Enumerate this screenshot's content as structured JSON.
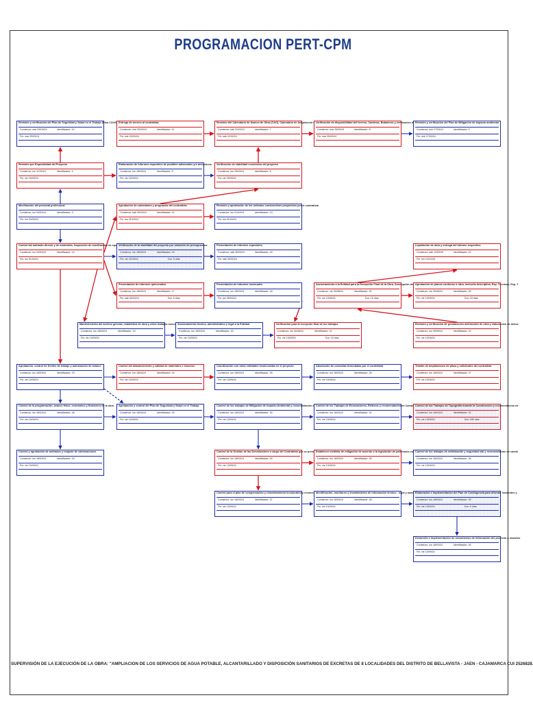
{
  "title": "PROGRAMACION PERT-CPM",
  "footer": "SUPERVISIÓN DE LA EJECUCIÓN DE LA OBRA: \"AMPLIACION DE LOS SERVICIOS DE AGUA POTABLE, ALCANTARILLADO Y DISPOSICIÓN SANITARIOS DE EXCRETAS DE 8 LOCALIDADES DEL DISTRITO DE BELLAVISTA - JAEN - CAJAMARCA CUI 2526828.",
  "colors": {
    "red": "#d4141d",
    "blue": "#1b2aa8",
    "title": "#1f3d8a"
  },
  "nodes": [
    {
      "id": "n10",
      "name": "Revisión y verificación del Plan de Seguridad y Salud en el Trabajo (Plan COVID-19)",
      "start": "Comienzo: mar 29/03/24",
      "ident": "Identificador: 10",
      "finish": "Fin: mar 29/03/24",
      "dur": "",
      "color": "blue"
    },
    {
      "id": "n11",
      "name": "Entrega de terreno al contratista",
      "start": "Comienzo: mié 20/03/24",
      "ident": "Identificador: 11",
      "finish": "Fin: mié 20/03/24",
      "dur": "",
      "color": "red"
    },
    {
      "id": "n7",
      "name": "Revisión del Calendario de Avance de Obra (CAO), Calendario de Adquisición de M",
      "start": "Comienzo: sáb 22/03/24",
      "ident": "Identificador: 7",
      "finish": "Fin: sáb 22/03/24",
      "dur": "",
      "color": "red"
    },
    {
      "id": "n8",
      "name": "Verificación de disponibilidad del terreno, Canteras, Botaderos y verificación de a",
      "start": "Comienzo: mar 25/03/24",
      "ident": "Identificador: 8",
      "finish": "Fin: mar 25/03/24",
      "dur": "",
      "color": "red"
    },
    {
      "id": "n9",
      "name": "Revisión y verificación del Plan de Mitigación de impacto ambiental",
      "start": "Comienzo: mié 27/03/24",
      "ident": "Identificador: 9",
      "finish": "Fin: mié 27/03/24",
      "dur": "",
      "color": "blue"
    },
    {
      "id": "n4",
      "name": "Revisión por Especialidad del Proyecto",
      "start": "Comienzo: lun 11/03/24",
      "ident": "Identificador: 4",
      "finish": "Fin: vie 15/03/24",
      "dur": "",
      "color": "red"
    },
    {
      "id": "n5",
      "name": "Elaboración de Informes especiales de posibles adicionales y/o deductivos",
      "start": "Comienzo: lun 18/03/24",
      "ident": "Identificador: 5",
      "finish": "Fin: vie 22/03/24",
      "dur": "",
      "color": "blue"
    },
    {
      "id": "n6",
      "name": "Verificación de viabilidad económica del proyecto",
      "start": "Comienzo: lun 25/03/24",
      "ident": "Identificador: 6",
      "finish": "Fin: vie 29/03/24",
      "dur": "",
      "color": "red"
    },
    {
      "id": "n3",
      "name": "Movilización del personal profesional",
      "start": "Comienzo: lun 04/03/24",
      "ident": "Identificador: 3",
      "finish": "Fin: lun 04/03/24",
      "dur": "",
      "color": "blue"
    },
    {
      "id": "n12",
      "name": "Aprobación de calendarios y programas del contratista",
      "start": "Comienzo: sáb 30/03/24",
      "ident": "Identificador: 12",
      "finish": "Fin: lun 01/04/24",
      "dur": "",
      "color": "red"
    },
    {
      "id": "n13",
      "name": "Revisión y aprobación de los métodos constructivos propuestos por el contratista",
      "start": "Comienzo: lun 01/04/24",
      "ident": "Identificador: 13",
      "finish": "Fin: lun 01/04/24",
      "dur": "",
      "color": "blue"
    },
    {
      "id": "n14",
      "name": "Control del adelanto directo y de materiales, Inspección de movilización de equipo",
      "start": "Comienzo: lun 04/03/24",
      "ident": "Identificador: 14",
      "finish": "Fin: lun 01/04/24",
      "dur": "",
      "color": "red"
    },
    {
      "id": "n15",
      "name": "Verificación de la viabilidad del proyecto por variación de presupuestos",
      "start": "Comienzo: lun 18/03/24",
      "ident": "Identificador: 15",
      "finish": "Fin: vie 22/03/24",
      "dur": "Dur: 5 días",
      "color": "blue",
      "critical": true
    },
    {
      "id": "n16",
      "name": "Presentación de informes especiales",
      "start": "Comienzo: sáb 30/03/24",
      "ident": "Identificador: 16",
      "finish": "Fin: sáb 30/03/24",
      "dur": "",
      "color": "blue"
    },
    {
      "id": "n41",
      "name": "Liquidación de obra y entrega del informe respectivo",
      "start": "Comienzo: sáb 13/09/25",
      "ident": "Identificador: 41",
      "finish": "Fin: lun 13/10/25",
      "dur": "",
      "color": "red"
    },
    {
      "id": "n17",
      "name": "Presentación de informes quincenales",
      "start": "Comienzo: lun 18/03/24",
      "ident": "Identificador: 17",
      "finish": "Fin: sáb 30/03/24",
      "dur": "Dur: 5 días",
      "color": "red"
    },
    {
      "id": "n18",
      "name": "Presentación de informes mensuales",
      "start": "Comienzo: lun 18/03/24",
      "ident": "Identificador: 18",
      "finish": "Fin: jue 28/03/24",
      "dur": "",
      "color": "blue"
    },
    {
      "id": "n42",
      "name": "Asesoramiento a la Entidad para la Recepción Final de la Obra, Suscripción del Act",
      "start": "Comienzo: vie 30/08/24",
      "ident": "Identificador: 42",
      "finish": "Fin: vie 13/09/24",
      "dur": "Dur: 15 días",
      "color": "red"
    },
    {
      "id": "n43",
      "name": "Aprobación de planos conforme a obra, memoria descriptiva, Esp. Técnicas, Esp. T",
      "start": "Comienzo: vie 30/08/24",
      "ident": "Identificador: 43",
      "finish": "Fin: vie 13/09/24",
      "dur": "Dur: 15 días",
      "color": "red"
    },
    {
      "id": "n19",
      "name": "Mantenimiento del archivo general, estadística de obra y otros trabajos menores",
      "start": "Comienzo: lun 18/03/24",
      "ident": "Identificador: 19",
      "finish": "Fin: vie 13/09/24",
      "dur": "",
      "color": "blue"
    },
    {
      "id": "n20",
      "name": "Asesoramiento técnico, administrativo y legal a la Entidad",
      "start": "Comienzo: lun 18/03/24",
      "ident": "Identificador: 20",
      "finish": "Fin: vie 13/09/24",
      "dur": "",
      "color": "blue"
    },
    {
      "id": "n21",
      "name": "Verificación para la recepción final de los trabajos",
      "start": "Comienzo: vie 30/08/24",
      "ident": "Identificador: 21",
      "finish": "Fin: vie 13/09/24",
      "dur": "Dur: 15 días",
      "color": "red"
    },
    {
      "id": "n22",
      "name": "Revisión y verificación de prestaciones adicionales de obra y elaboración de deduc",
      "start": "Comienzo: lun 09/09/24",
      "ident": "Identificador: 22",
      "finish": "Fin: vie 13/09/24",
      "dur": "",
      "color": "red"
    },
    {
      "id": "n23",
      "name": "Aprobación, control de frentes de trabajo y autorización de avance",
      "start": "Comienzo: lun 18/03/24",
      "ident": "Identificador: 23",
      "finish": "Fin: vie 13/09/24",
      "dur": "",
      "color": "blue"
    },
    {
      "id": "n24",
      "name": "Control del abastecimiento y calidad de materiales e insumos",
      "start": "Comienzo: lun 18/03/24",
      "ident": "Identificador: 24",
      "finish": "Fin: vie 13/09/24",
      "dur": "",
      "color": "red"
    },
    {
      "id": "n25",
      "name": "Coordinación con otras entidades involucradas en el proyecto",
      "start": "Comienzo: lun 18/03/24",
      "ident": "Identificador: 25",
      "finish": "Fin: vie 13/09/24",
      "dur": "",
      "color": "blue"
    },
    {
      "id": "n26",
      "name": "Absolución de consultas formuladas por el contratista",
      "start": "Comienzo: lun 18/03/24",
      "ident": "Identificador: 26",
      "finish": "Fin: vie 13/09/24",
      "dur": "",
      "color": "blue"
    },
    {
      "id": "n27",
      "name": "Trámite de ampliaciones de plazo y solicitudes del contratista",
      "start": "Comienzo: lun 18/03/24",
      "ident": "Identificador: 27",
      "finish": "Fin: vie 13/09/24",
      "dur": "",
      "color": "red"
    },
    {
      "id": "n28",
      "name": "Control de la programación, avance físico, económico y financiero de la obra",
      "start": "Comienzo: lun 18/03/24",
      "ident": "Identificador: 28",
      "finish": "Fin: vie 13/09/24",
      "dur": "",
      "color": "blue"
    },
    {
      "id": "n29",
      "name": "Aprobación y control del Plan de Seguridad y Salud en el Trabajo",
      "start": "Comienzo: lun 18/03/24",
      "ident": "Identificador: 29",
      "finish": "Fin: vie 13/09/24",
      "dur": "",
      "color": "blue"
    },
    {
      "id": "n30",
      "name": "Control de los trabajos de Mitigación de Impacto Ambiental y recomendación de c",
      "start": "Comienzo: lun 18/03/24",
      "ident": "Identificador: 30",
      "finish": "Fin: vie 13/09/24",
      "dur": "",
      "color": "blue"
    },
    {
      "id": "n31",
      "name": "Control de los Trabajos de Excavaciones, Rellenos y recomendación de Cambios el",
      "start": "Comienzo: lun 18/03/24",
      "ident": "Identificador: 31",
      "finish": "Fin: vie 13/09/24",
      "dur": "",
      "color": "blue"
    },
    {
      "id": "n32",
      "name": "Control de los Trabajos de Topografía durante la Construcción y recomendación de",
      "start": "Comienzo: lun 18/03/24",
      "ident": "Identificador: 32",
      "finish": "Fin: vie 13/09/24",
      "dur": "Dur: 180 días",
      "color": "red",
      "critical": true
    },
    {
      "id": "n33",
      "name": "Control y aprobación de metrados y reajuste de valorizaciones",
      "start": "Comienzo: lun 18/03/24",
      "ident": "Identificador: 33",
      "finish": "Fin: vie 13/09/24",
      "dur": "",
      "color": "blue"
    },
    {
      "id": "n34",
      "name": "Control de la Gestión de las Servidumbres a cargo del Contratista que se presenten en",
      "start": "Comienzo: lun 18/03/24",
      "ident": "Identificador: 34",
      "finish": "Fin: vie 13/09/24",
      "dur": "",
      "color": "red"
    },
    {
      "id": "n35",
      "name": "Establecer medidas de mitigación de acuerdo a la legislación de patrimonio cultur",
      "start": "Comienzo: lun 18/03/24",
      "ident": "Identificador: 35",
      "finish": "Fin: vie 13/09/24",
      "dur": "",
      "color": "red"
    },
    {
      "id": "n36",
      "name": "Control de los trabajos de señalización y seguridad vial y recomendación de cambi",
      "start": "Comienzo: lun 18/03/24",
      "ident": "Identificador: 36",
      "finish": "Fin: vie 13/09/24",
      "dur": "",
      "color": "blue"
    },
    {
      "id": "n37",
      "name": "Control para el plan de compensación y reasentamiento involuntario y recomenda",
      "start": "Comienzo: lun 18/03/24",
      "ident": "Identificador: 37",
      "finish": "Fin: vie 13/09/24",
      "dur": "",
      "color": "blue"
    },
    {
      "id": "n38",
      "name": "Identificación, monitoreo y levantamiento de información técnico - legal y actividades",
      "start": "Comienzo: lun 18/03/24",
      "ident": "Identificador: 38",
      "finish": "Fin: vie 13/09/24",
      "dur": "",
      "color": "blue"
    },
    {
      "id": "n39",
      "name": "Elaboración e implementación del Plan de Contingencia para afrontar incidentes y",
      "start": "Comienzo: lun 18/03/24",
      "ident": "Identificador: 39",
      "finish": "Fin: vie 13/09/24",
      "dur": "Dur: 5 días",
      "color": "blue",
      "critical": true
    },
    {
      "id": "n40",
      "name": "Desarrollo e implementación de mecanismos de información del proyecto a usuarios",
      "start": "Comienzo: lun 18/03/24",
      "ident": "Identificador: 40",
      "finish": "Fin: vie 13/09/24",
      "dur": "",
      "color": "blue"
    }
  ]
}
